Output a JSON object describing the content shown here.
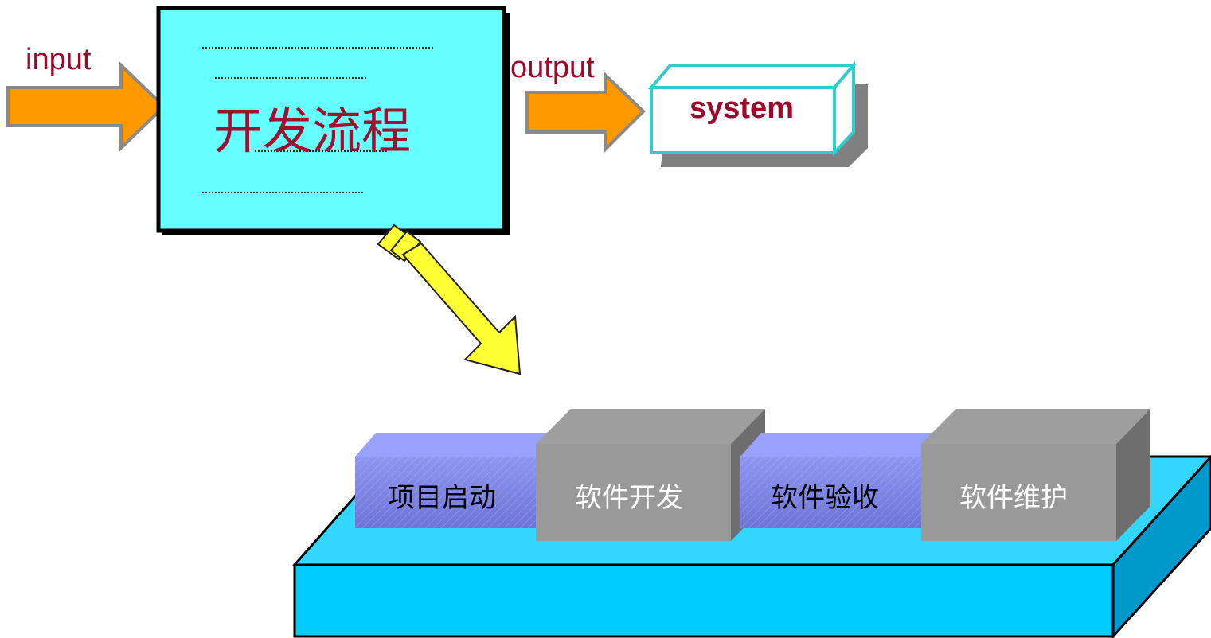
{
  "input_label": "input",
  "output_label": "output",
  "process": {
    "title": "开发流程"
  },
  "system_label": "system",
  "stages": [
    {
      "label": "项目启动"
    },
    {
      "label": "软件开发"
    },
    {
      "label": "软件验收"
    },
    {
      "label": "软件维护"
    }
  ],
  "colors": {
    "process_fill": "#66ffff",
    "arrow_orange": "#ff9900",
    "arrow_yellow": "#ffff33",
    "platform_top": "#33ccff",
    "platform_front": "#00ccff",
    "platform_side": "#0099cc",
    "blue_block": "#8891ee",
    "gray_block": "#999999",
    "label_red": "#9b0a2a"
  }
}
